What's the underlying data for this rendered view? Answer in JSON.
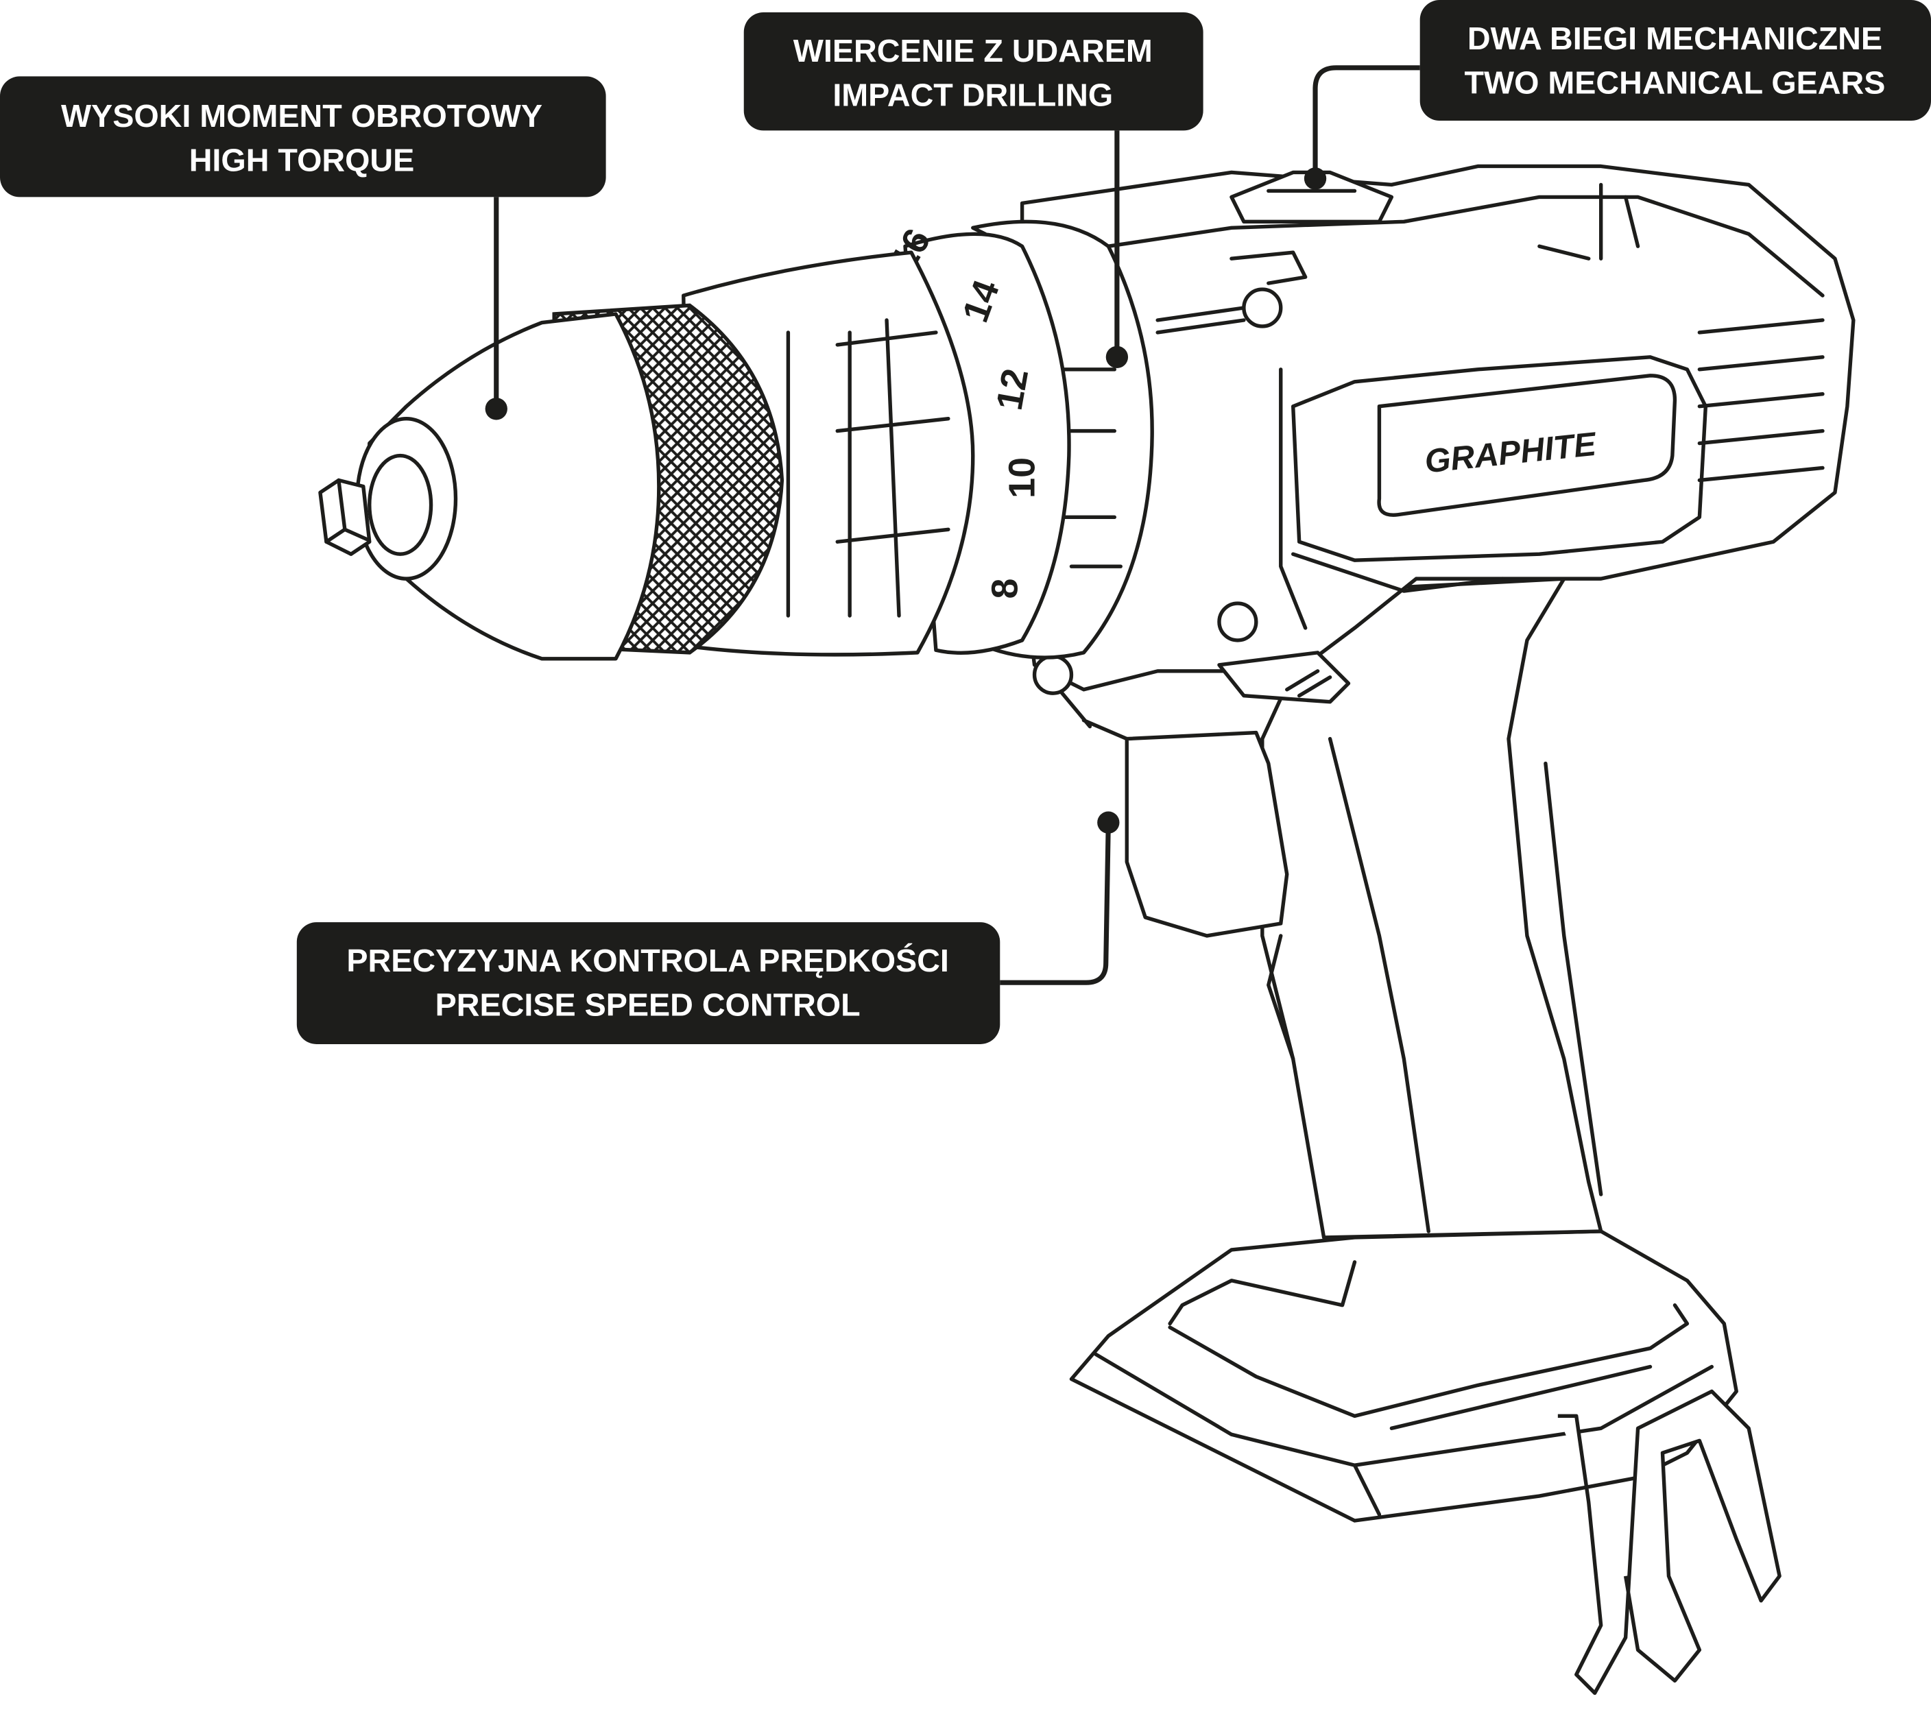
{
  "callouts": [
    {
      "id": "high-torque",
      "line1": "WYSOKI MOMENT OBROTOWY",
      "line2": "HIGH TORQUE"
    },
    {
      "id": "impact-drilling",
      "line1": "WIERCENIE Z UDAREM",
      "line2": "IMPACT DRILLING"
    },
    {
      "id": "mechanical-gears",
      "line1": "DWA BIEGI MECHANICZNE",
      "line2": "TWO MECHANICAL GEARS"
    },
    {
      "id": "speed-control",
      "line1": "PRECYZYJNA KONTROLA PRĘDKOŚCI",
      "line2": "PRECISE SPEED CONTROL"
    }
  ],
  "drill": {
    "brand": "GRAPHITE",
    "torque_scale": [
      "8",
      "10",
      "12",
      "14",
      "16"
    ]
  },
  "colors": {
    "ink": "#1d1d1b",
    "background": "#ffffff"
  }
}
